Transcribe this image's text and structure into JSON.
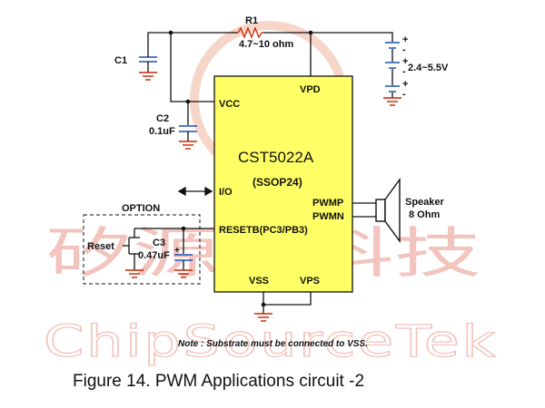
{
  "watermark": {
    "chinese_text": "矽源特科技",
    "english_text": "ChipSourceTek"
  },
  "chip": {
    "name": "CST5022A",
    "package": "(SSOP24)",
    "body_color": "#ffff66",
    "pins": {
      "vcc": "VCC",
      "vpd": "VPD",
      "io": "I/O",
      "resetb": "RESETB(PC3/PB3)",
      "pwmp": "PWMP",
      "pwmn": "PWMN",
      "vss": "VSS",
      "vps": "VPS"
    }
  },
  "components": {
    "r1": {
      "name": "R1",
      "value": "4.7~10 ohm"
    },
    "c1": {
      "name": "C1"
    },
    "c2": {
      "name": "C2",
      "value": "0.1uF"
    },
    "c3": {
      "name": "C3",
      "value": "0.47uF"
    },
    "battery": {
      "label": "2.4~5.5V"
    },
    "speaker": {
      "name": "Speaker",
      "value": "8 Ohm"
    },
    "reset": {
      "label": "Reset"
    },
    "option": {
      "label": "OPTION"
    }
  },
  "colors": {
    "wire": "#111111",
    "ground": "#cc2200",
    "watermark": "#f2c4bd"
  },
  "note": "Note : Substrate must be connected to VSS.",
  "caption": "Figure 14.  PWM Applications circuit -2"
}
